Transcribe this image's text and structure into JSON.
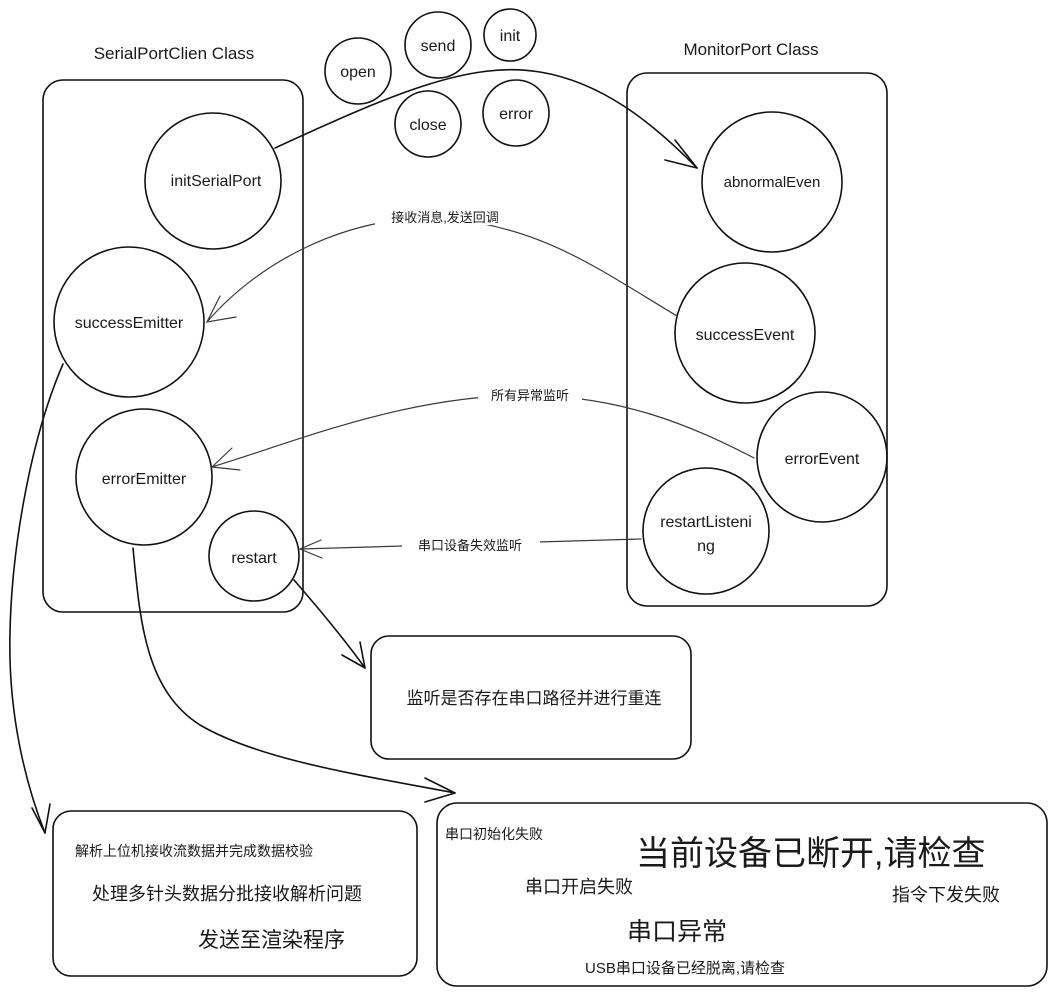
{
  "classes": {
    "client_title": "SerialPortClien Class",
    "monitor_title": "MonitorPort Class"
  },
  "client_nodes": {
    "init_serial_port": "initSerialPort",
    "success_emitter": "successEmitter",
    "error_emitter": "errorEmitter",
    "restart": "restart"
  },
  "monitor_nodes": {
    "abnormal_even": "abnormalEven",
    "success_event": "successEvent",
    "error_event": "errorEvent",
    "restart_listening_line1": "restartListeni",
    "restart_listening_line2": "ng"
  },
  "event_types": {
    "open": "open",
    "send": "send",
    "init": "init",
    "close": "close",
    "error": "error"
  },
  "edge_labels": {
    "success_callback": "接收消息,发送回调",
    "all_errors": "所有异常监听",
    "port_failure": "串口设备失效监听"
  },
  "restart_note": "监听是否存在串口路径并进行重连",
  "processing_notes": {
    "parse_validate": "解析上位机接收流数据并完成数据校验",
    "multi_header": "处理多针头数据分批接收解析问题",
    "send_render": "发送至渲染程序"
  },
  "error_messages": {
    "init_failed": "串口初始化失败",
    "disconnected": "当前设备已断开,请检查",
    "open_failed": "串口开启失败",
    "command_failed": "指令下发失败",
    "port_error": "串口异常",
    "usb_detached": "USB串口设备已经脱离,请检查"
  }
}
